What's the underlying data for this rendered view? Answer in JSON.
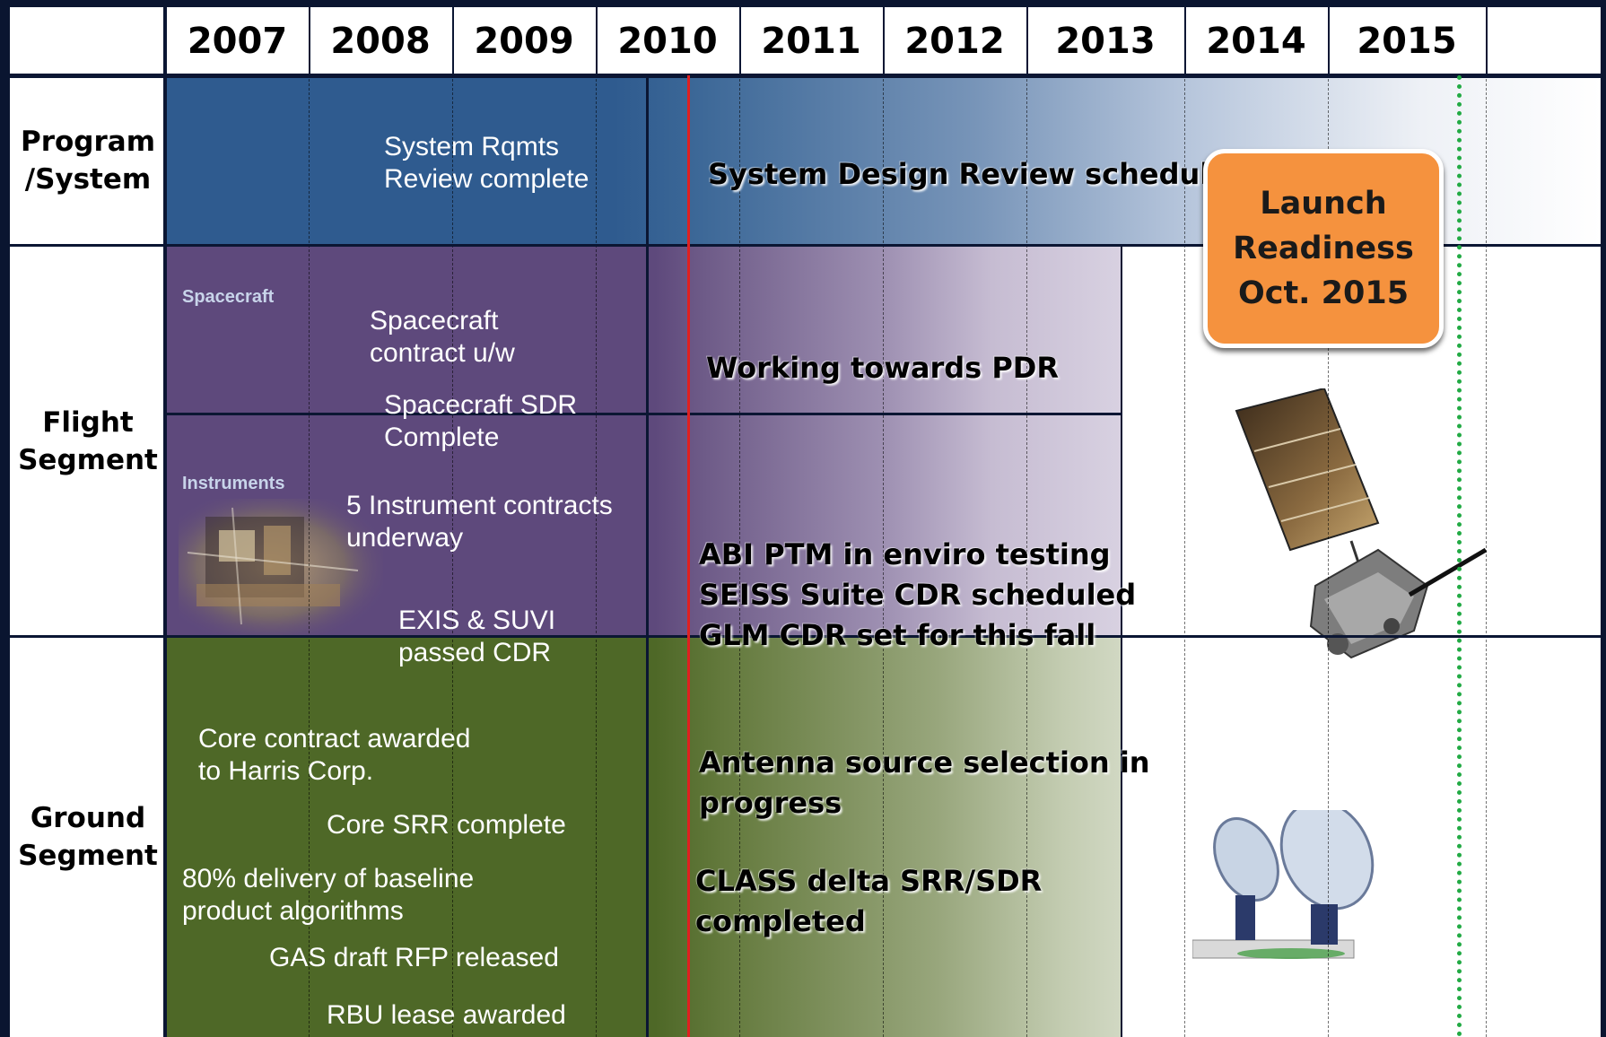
{
  "years": [
    "2007",
    "2008",
    "2009",
    "2010",
    "2011",
    "2012",
    "2013",
    "2014",
    "2015"
  ],
  "rows": {
    "program": {
      "label": "Program\n/System"
    },
    "flight": {
      "label": "Flight\nSegment"
    },
    "ground": {
      "label": "Ground\nSegment"
    }
  },
  "program": {
    "note": "System Rqmts\nReview complete",
    "status": "System Design Review scheduled"
  },
  "spacecraft": {
    "heading": "Spacecraft",
    "note1": "Spacecraft\ncontract u/w",
    "note2": "Spacecraft SDR\nComplete",
    "status": "Working towards PDR"
  },
  "instruments": {
    "heading": "Instruments",
    "note1": "5 Instrument contracts\nunderway",
    "note2": "EXIS & SUVI\npassed CDR",
    "status": "ABI PTM in enviro testing\nSEISS Suite CDR scheduled\nGLM CDR set for this fall"
  },
  "ground": {
    "note1": "Core contract awarded\nto Harris Corp.",
    "note2": "Core SRR complete",
    "note3": "80% delivery of baseline\nproduct algorithms",
    "note4": "GAS draft RFP released",
    "note5": "RBU lease awarded",
    "status1": "Antenna source selection in\nprogress",
    "status2": "CLASS delta SRR/SDR\ncompleted"
  },
  "launch": {
    "text": "Launch\nReadiness\nOct. 2015"
  },
  "colors": {
    "program": "#2e5a8e",
    "flight": "#5f4a7d",
    "ground": "#4f6a27",
    "launch": "#f5923e",
    "current_marker": "#e02020",
    "launch_marker": "#22aa44"
  }
}
